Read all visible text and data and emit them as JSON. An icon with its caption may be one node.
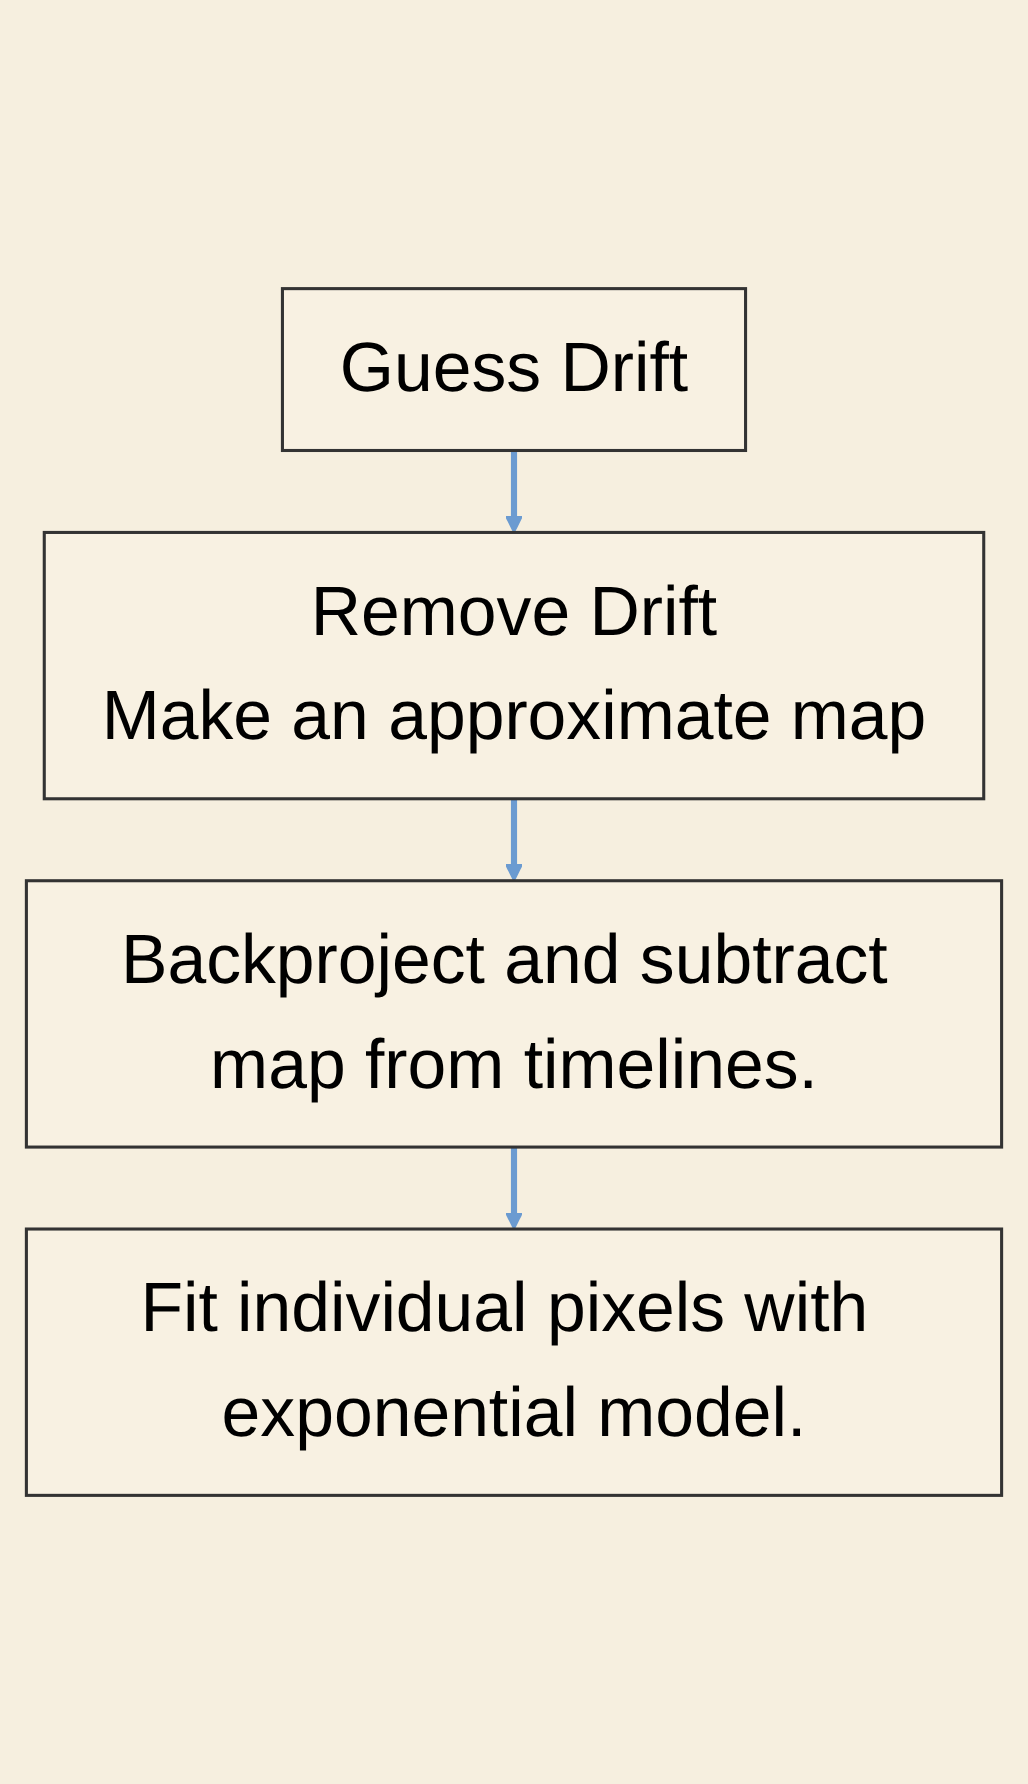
{
  "diagram": {
    "nodes": [
      {
        "text": [
          "Guess Drift"
        ]
      },
      {
        "text": [
          "Remove Drift",
          "Make an approximate map"
        ]
      },
      {
        "text": [
          "Backproject and subtract map from timelines."
        ]
      },
      {
        "text": [
          "Fit individual pixels with exponential model."
        ]
      }
    ],
    "edges": [
      {
        "from": 0,
        "to": 1,
        "arrow": "to"
      },
      {
        "from": 1,
        "to": 2,
        "arrow": "to"
      },
      {
        "from": 2,
        "to": 3,
        "arrow": "to"
      }
    ]
  }
}
